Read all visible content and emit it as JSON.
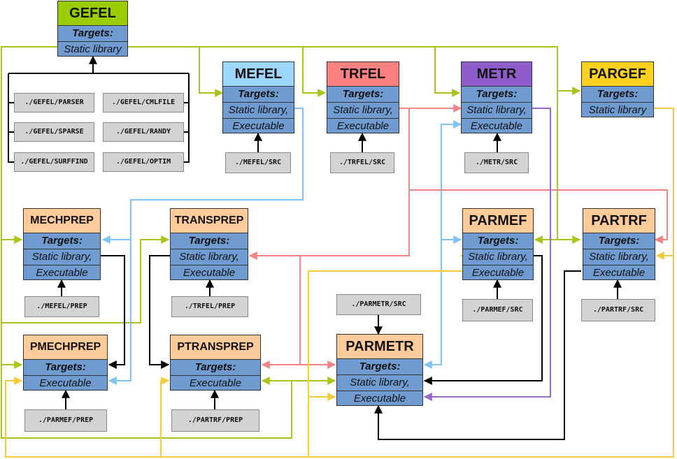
{
  "colors": {
    "green": "#a9c51a",
    "blue": "#7fc4f5",
    "red": "#f48484",
    "yellow": "#f5cc3c",
    "purple": "#9966cc",
    "black": "#000000",
    "box": "#6f9bd1",
    "peach": "#ffcb99",
    "gefel_header": "#9acd00",
    "mefel_header": "#9dd7ff",
    "trfel_header": "#ff8080",
    "metr_header": "#8f5ccc",
    "pargef_header": "#ffd21f"
  },
  "modules": {
    "gefel": {
      "title": "GEFEL",
      "rows": [
        "Targets:",
        "Static library"
      ]
    },
    "mefel": {
      "title": "MEFEL",
      "rows": [
        "Targets:",
        "Static library,",
        "Executable"
      ]
    },
    "trfel": {
      "title": "TRFEL",
      "rows": [
        "Targets:",
        "Static library,",
        "Executable"
      ]
    },
    "metr": {
      "title": "METR",
      "rows": [
        "Targets:",
        "Static library,",
        "Executable"
      ]
    },
    "pargef": {
      "title": "PARGEF",
      "rows": [
        "Targets:",
        "Static library"
      ]
    },
    "mechprep": {
      "title": "MECHPREP",
      "rows": [
        "Targets:",
        "Static library,",
        "Executable"
      ]
    },
    "transprep": {
      "title": "TRANSPREP",
      "rows": [
        "Targets:",
        "Static library,",
        "Executable"
      ]
    },
    "parmef": {
      "title": "PARMEF",
      "rows": [
        "Targets:",
        "Static library,",
        "Executable"
      ]
    },
    "partrf": {
      "title": "PARTRF",
      "rows": [
        "Targets:",
        "Static library,",
        "Executable"
      ]
    },
    "pmechprep": {
      "title": "PMECHPREP",
      "rows": [
        "Targets:",
        "Executable"
      ]
    },
    "ptransprep": {
      "title": "PTRANSPREP",
      "rows": [
        "Targets:",
        "Executable"
      ]
    },
    "parmetr": {
      "title": "PARMETR",
      "rows": [
        "Targets:",
        "Static library,",
        "Executable"
      ]
    }
  },
  "sources": {
    "gefel_parser": "./GEFEL/PARSER",
    "gefel_cmlfile": "./GEFEL/CMLFILE",
    "gefel_sparse": "./GEFEL/SPARSE",
    "gefel_randy": "./GEFEL/RANDY",
    "gefel_surffind": "./GEFEL/SURFFIND",
    "gefel_optim": "./GEFEL/OPTIM",
    "mefel_src": "./MEFEL/SRC",
    "trfel_src": "./TRFEL/SRC",
    "metr_src": "./METR/SRC",
    "mefel_prep": "./MEFEL/PREP",
    "trfel_prep": "./TRFEL/PREP",
    "parmetr_src": "./PARMETR/SRC",
    "parmef_src": "./PARMEF/SRC",
    "partrf_src": "./PARTRF/SRC",
    "parmef_prep": "./PARMEF/PREP",
    "partrf_prep": "./PARTRF/PREP"
  }
}
